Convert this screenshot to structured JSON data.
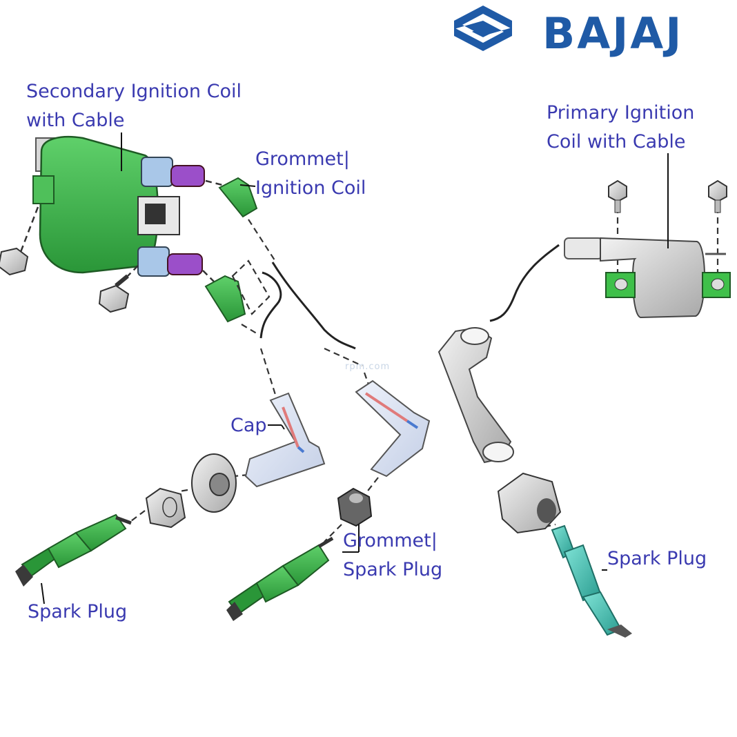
{
  "brand": {
    "name": "BAJAJ",
    "color": "#1f5aa6",
    "logo_icon": "bajaj-hexagon-logo"
  },
  "labels": {
    "secondary_coil": [
      "Secondary Ignition Coil",
      "with Cable"
    ],
    "grommet_coil": [
      "Grommet|",
      "Ignition Coil"
    ],
    "primary_coil": [
      "Primary Ignition",
      "Coil with Cable"
    ],
    "cap": "Cap",
    "grommet_plug": [
      "Grommet|",
      "Spark Plug"
    ],
    "spark_plug_left": "Spark Plug",
    "spark_plug_right": "Spark Plug"
  },
  "watermark": "rpm.com",
  "colors": {
    "label_text": "#3a3ab0",
    "green_part": "#3fb14a",
    "teal_plug": "#3fbfb0",
    "cap_blue": "#c8d8f0"
  }
}
